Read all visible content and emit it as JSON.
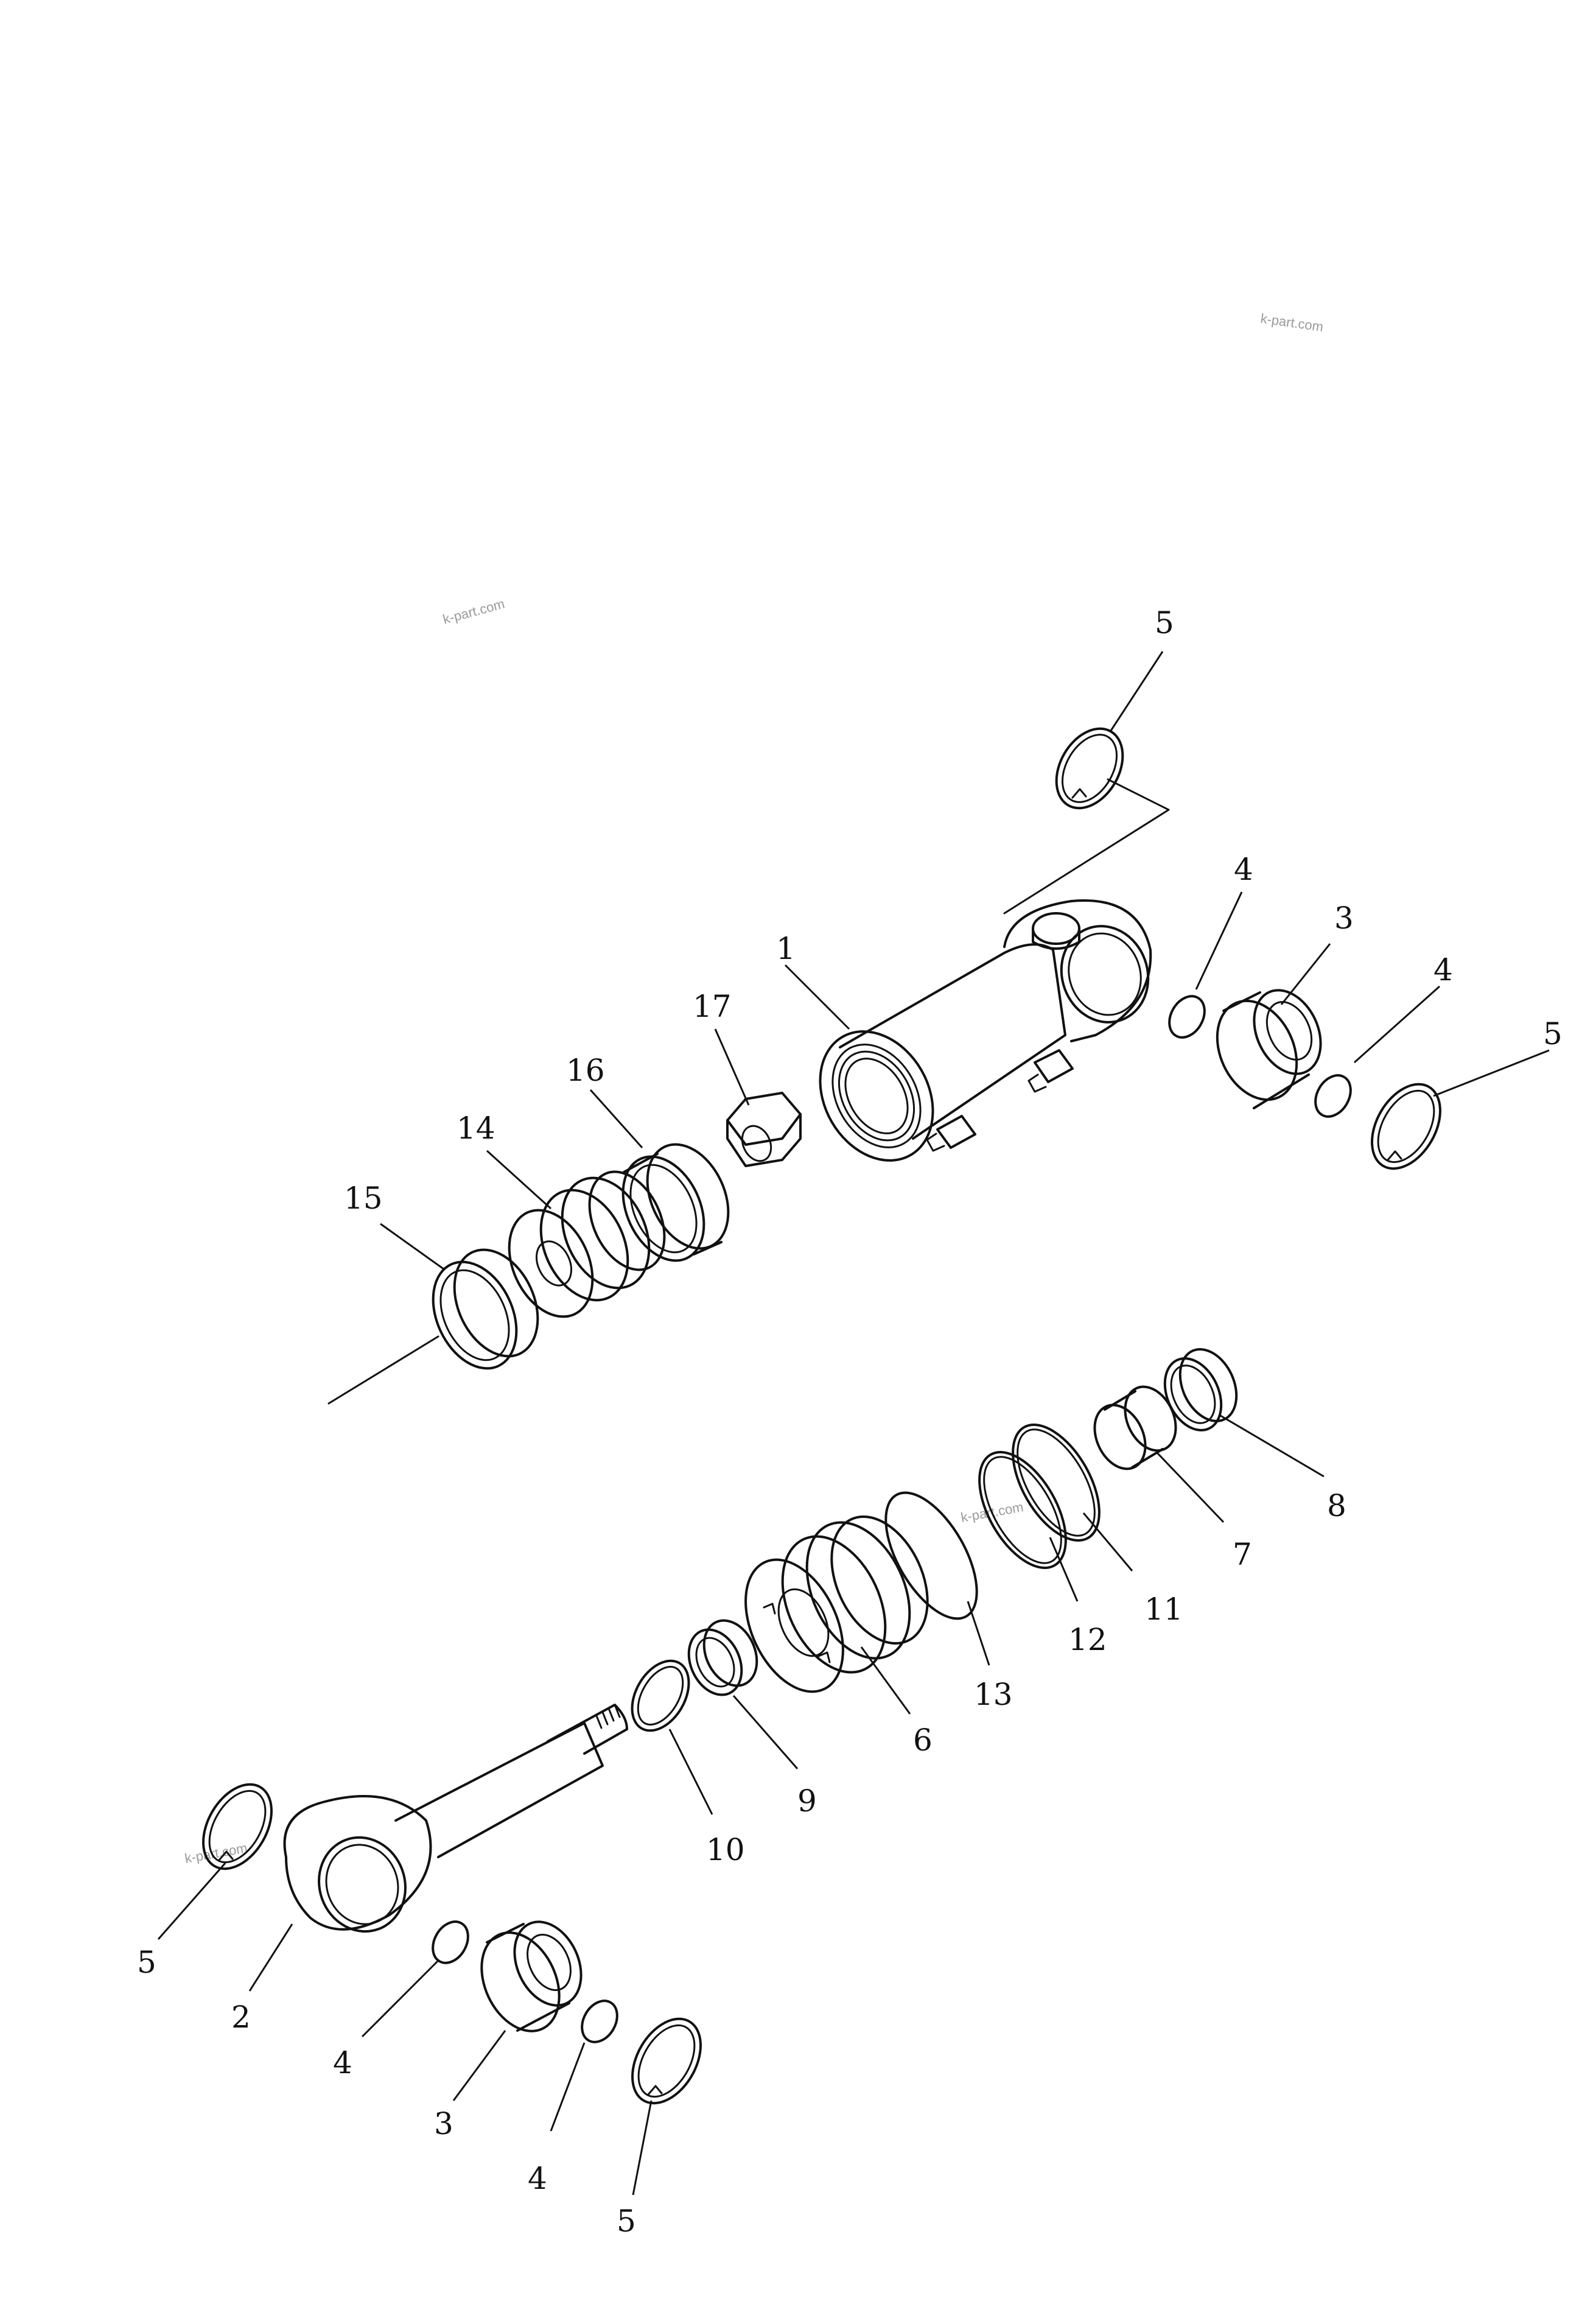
{
  "watermark": "k-part.com",
  "labels": {
    "l1": "1",
    "l2": "2",
    "l3a": "3",
    "l3b": "3",
    "l4a": "4",
    "l4b": "4",
    "l4c": "4",
    "l4d": "4",
    "l5a": "5",
    "l5b": "5",
    "l5c": "5",
    "l5d": "5",
    "l6": "6",
    "l7": "7",
    "l8": "8",
    "l9": "9",
    "l10": "10",
    "l11": "11",
    "l12": "12",
    "l13": "13",
    "l14": "14",
    "l15": "15",
    "l16": "16",
    "l17": "17"
  }
}
